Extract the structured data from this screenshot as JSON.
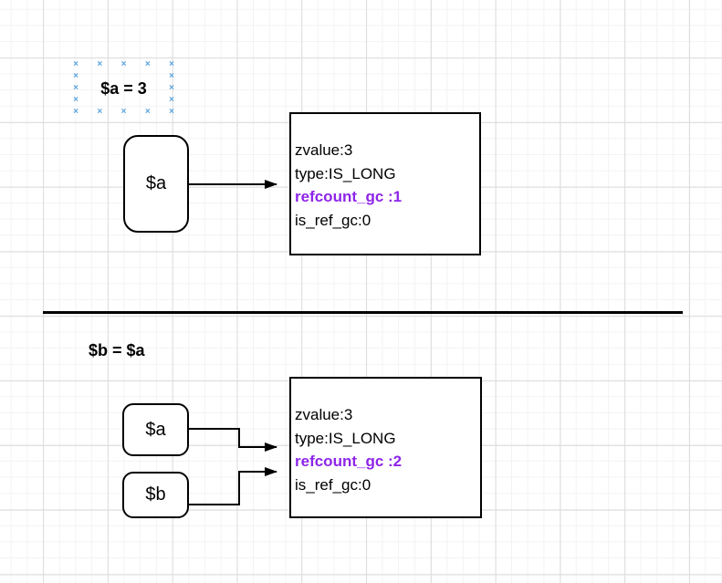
{
  "colors": {
    "highlight_purple": "#8e25e8",
    "selection_blue": "#5ca3dd",
    "stroke_black": "#000000"
  },
  "icons": {
    "selection_mark": "×"
  },
  "scene_top": {
    "assignment_label": "$a = 3",
    "variable_a": "$a",
    "zval_box": {
      "line1": "zvalue:3",
      "line2": "type:IS_LONG",
      "line3": "refcount_gc :1",
      "line4": "is_ref_gc:0"
    }
  },
  "scene_bottom": {
    "assignment_label": "$b = $a",
    "variable_a": "$a",
    "variable_b": "$b",
    "zval_box": {
      "line1": "zvalue:3",
      "line2": "type:IS_LONG",
      "line3": "refcount_gc :2",
      "line4": "is_ref_gc:0"
    }
  }
}
